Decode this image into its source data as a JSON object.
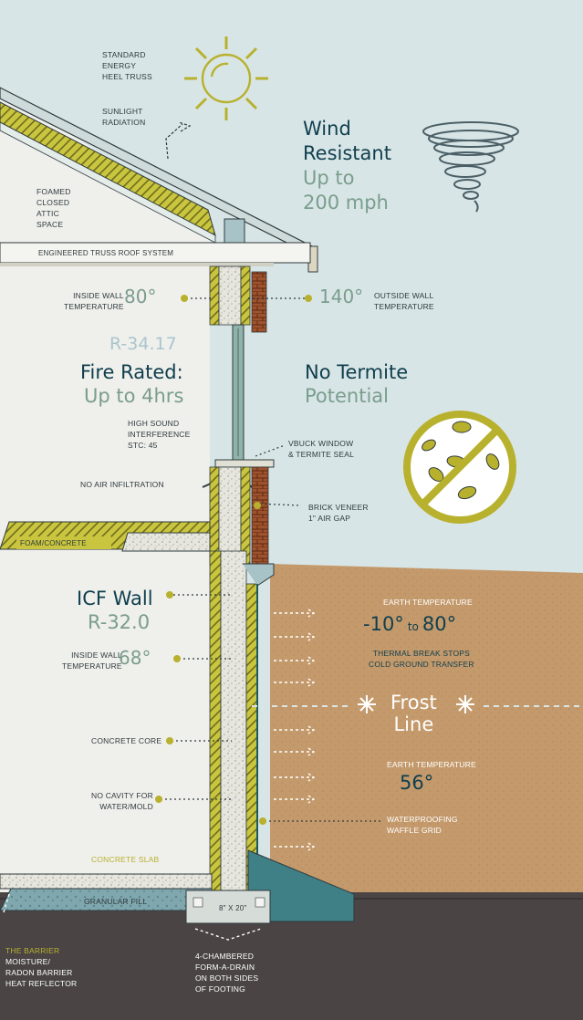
{
  "labels": {
    "heel_truss": "STANDARD\nENERGY\nHEEL TRUSS",
    "sunlight": "SUNLIGHT\nRADIATION",
    "attic": "FOAMED\nCLOSED\nATTIC\nSPACE",
    "roof_system": "ENGINEERED TRUSS ROOF SYSTEM",
    "inside_wall_temp_upper": "INSIDE WALL\nTEMPERATURE",
    "inside_temp_upper_value": "80°",
    "outside_temp_value": "140°",
    "outside_wall_temp": "OUTSIDE WALL\nTEMPERATURE",
    "r_value_upper": "R-34.17",
    "fire_title": "Fire Rated:",
    "fire_value": "Up to 4hrs",
    "sound": "HIGH SOUND\nINTERFERENCE\nSTC: 45",
    "termite_title": "No Termite",
    "termite_value": "Potential",
    "vbuck": "VBUCK WINDOW\n& TERMITE SEAL",
    "no_air": "NO AIR INFILTRATION",
    "brick": "BRICK VENEER\n1\" AIR GAP",
    "foam_concrete": "FOAM/CONCRETE",
    "icf_title": "ICF Wall",
    "icf_value": "R-32.0",
    "inside_wall_temp_lower": "INSIDE WALL\nTEMPERATURE",
    "inside_temp_lower_value": "68°",
    "earth_temp_upper": "EARTH TEMPERATURE",
    "earth_range_a": "-10°",
    "earth_range_to": "to",
    "earth_range_b": "80°",
    "thermal_break": "THERMAL BREAK STOPS\nCOLD GROUND TRANSFER",
    "frost_line": "Frost\nLine",
    "concrete_core": "CONCRETE CORE",
    "earth_temp_lower": "EARTH TEMPERATURE",
    "earth_temp_lower_value": "56°",
    "no_cavity": "NO CAVITY FOR\nWATER/MOLD",
    "waterproofing": "WATERPROOFING\nWAFFLE GRID",
    "concrete_slab": "CONCRETE SLAB",
    "granular_fill": "GRANULAR FILL",
    "footing_size": "8\" X 20\"",
    "barrier_title": "THE BARRIER",
    "barrier_body": "MOISTURE/\nRADON BARRIER\nHEAT REFLECTOR",
    "drain": "4-CHAMBERED\nFORM-A-DRAIN\nON BOTH SIDES\nOF FOOTING",
    "wind_title": "Wind\nResistant",
    "wind_value": "Up to\n200 mph"
  },
  "colors": {
    "sky": "#d8e5e6",
    "interior": "#efefec",
    "soil": "#c49a6c",
    "ground": "#4a4445",
    "navy": "#0f3e4d",
    "sage": "#7a9d8c",
    "olive": "#b8b12e",
    "insulation": "#9a9a3a",
    "brick": "#a0522d",
    "teal_footing": "#3f7f86"
  },
  "icons": [
    "sun-icon",
    "tornado-icon",
    "no-termite-icon",
    "snowflake-icon"
  ]
}
